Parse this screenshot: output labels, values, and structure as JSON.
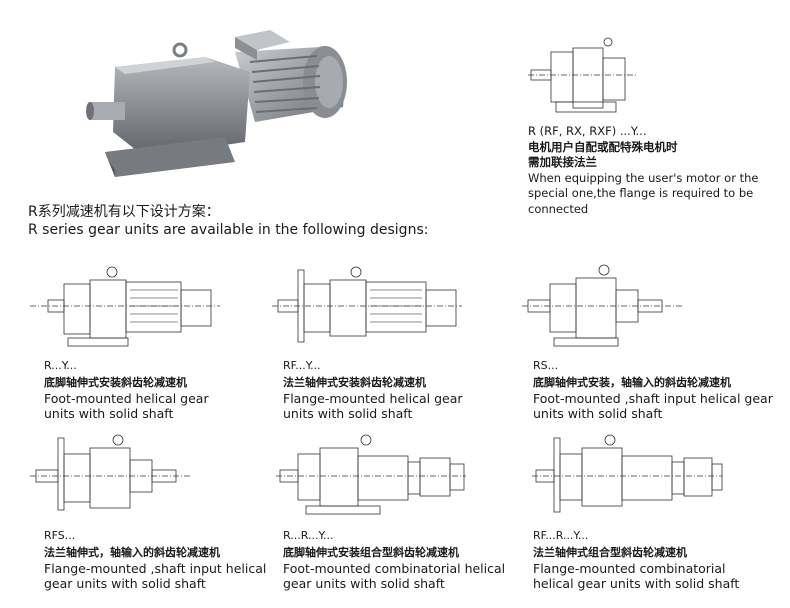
{
  "top_right": {
    "code": "R (RF, RX, RXF) ...Y...",
    "zh_line1": "电机用户自配或配特殊电机时",
    "zh_line2": "需加联接法兰",
    "en_line1": "When equipping the user's motor or the",
    "en_line2": "special one,the flange is required to be",
    "en_line3": "connected"
  },
  "heading": {
    "zh": "R系列减速机有以下设计方案：",
    "en": "R series gear units are available in the following designs:"
  },
  "designs": [
    {
      "code": "R...Y...",
      "zh": "底脚轴伸式安装斜齿轮减速机",
      "en1": "Foot-mounted helical gear",
      "en2": "units with solid shaft"
    },
    {
      "code": "RF...Y...",
      "zh": "法兰轴伸式安装斜齿轮减速机",
      "en1": "Flange-mounted helical gear",
      "en2": "units with solid shaft"
    },
    {
      "code": "RS...",
      "zh": "底脚轴伸式安装，轴输入的斜齿轮减速机",
      "en1": "Foot-mounted ,shaft input helical gear",
      "en2": "units with solid shaft"
    },
    {
      "code": "RFS...",
      "zh": "法兰轴伸式，轴输入的斜齿轮减速机",
      "en1": "Flange-mounted ,shaft input helical",
      "en2": "gear units with solid shaft"
    },
    {
      "code": "R...R...Y...",
      "zh": "底脚轴伸式安装组合型斜齿轮减速机",
      "en1": "Foot-mounted combinatorial helical",
      "en2": "gear units with solid shaft"
    },
    {
      "code": "RF...R...Y...",
      "zh": "法兰轴伸式组合型斜齿轮减速机",
      "en1": "Flange-mounted combinatorial",
      "en2": "helical gear units with solid shaft"
    }
  ]
}
